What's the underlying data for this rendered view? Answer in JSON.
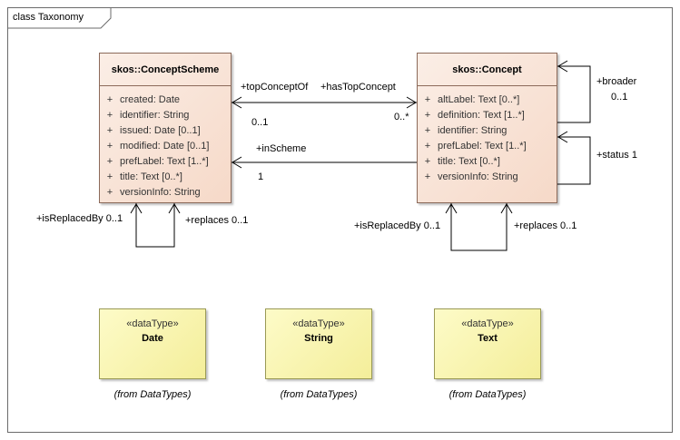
{
  "frame": {
    "title": "class Taxonomy"
  },
  "classes": {
    "concept_scheme": {
      "name": "skos::ConceptScheme",
      "attributes": [
        {
          "vis": "+",
          "text": "created: Date"
        },
        {
          "vis": "+",
          "text": "identifier: String"
        },
        {
          "vis": "+",
          "text": "issued: Date [0..1]"
        },
        {
          "vis": "+",
          "text": "modified: Date [0..1]"
        },
        {
          "vis": "+",
          "text": "prefLabel: Text [1..*]"
        },
        {
          "vis": "+",
          "text": "title: Text [0..*]"
        },
        {
          "vis": "+",
          "text": "versionInfo: String"
        }
      ]
    },
    "concept": {
      "name": "skos::Concept",
      "attributes": [
        {
          "vis": "+",
          "text": "altLabel: Text [0..*]"
        },
        {
          "vis": "+",
          "text": "definition: Text [1..*]"
        },
        {
          "vis": "+",
          "text": "identifier: String"
        },
        {
          "vis": "+",
          "text": "prefLabel: Text [1..*]"
        },
        {
          "vis": "+",
          "text": "title: Text [0..*]"
        },
        {
          "vis": "+",
          "text": "versionInfo: String"
        }
      ]
    }
  },
  "datatypes": [
    {
      "stereotype": "«dataType»",
      "name": "Date",
      "from": "(from DataTypes)"
    },
    {
      "stereotype": "«dataType»",
      "name": "String",
      "from": "(from DataTypes)"
    },
    {
      "stereotype": "«dataType»",
      "name": "Text",
      "from": "(from DataTypes)"
    }
  ],
  "associations": {
    "top_concept_of": "+topConceptOf",
    "top_concept_of_mult": "0..1",
    "has_top_concept": "+hasTopConcept",
    "has_top_concept_mult": "0..*",
    "in_scheme": "+inScheme",
    "in_scheme_mult": "1",
    "broader": "+broader",
    "broader_mult": "0..1",
    "status": "+status 1",
    "cs_is_replaced_by": "+isReplacedBy 0..1",
    "cs_replaces": "+replaces 0..1",
    "c_is_replaced_by": "+isReplacedBy 0..1",
    "c_replaces": "+replaces 0..1"
  },
  "colors": {
    "class_fill": "#f6d9c8",
    "datatype_fill": "#f4ee9a",
    "line": "#000000"
  }
}
